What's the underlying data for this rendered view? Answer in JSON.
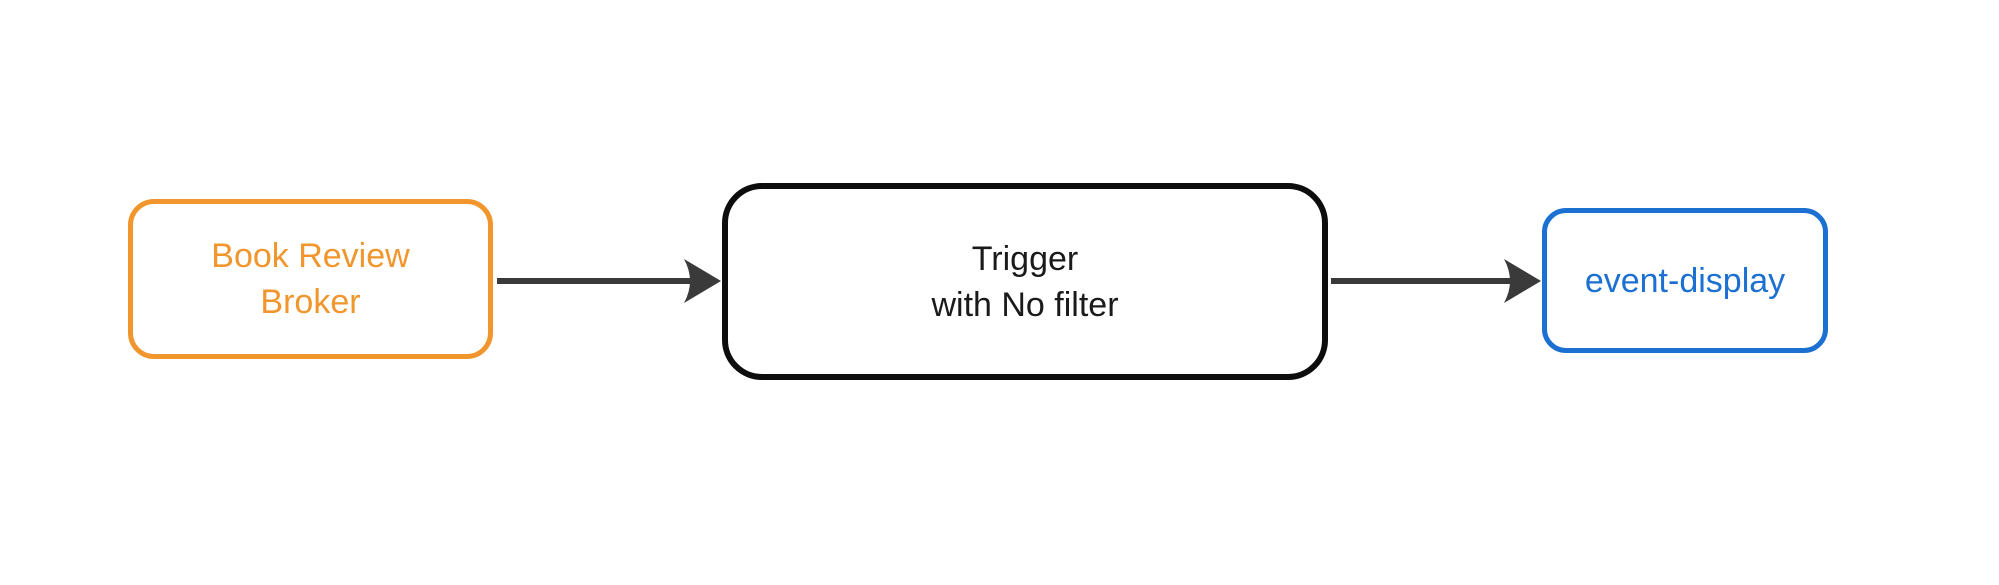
{
  "page": {
    "background": "#ffffff"
  },
  "diagram": {
    "type": "flowchart",
    "direction": "left-to-right",
    "edge_color": "#3a3a3a",
    "nodes": [
      {
        "id": "book-review-broker",
        "lines": [
          "Book Review",
          "Broker"
        ],
        "border_color": "#f0962d",
        "text_color": "#f0962d"
      },
      {
        "id": "trigger",
        "lines": [
          "Trigger",
          "with No filter"
        ],
        "border_color": "#0d0d0d",
        "text_color": "#1a1a1a"
      },
      {
        "id": "event-display",
        "lines": [
          "event-display"
        ],
        "border_color": "#1b70d2",
        "text_color": "#1b70d2"
      }
    ],
    "edges": [
      {
        "from": "book-review-broker",
        "to": "trigger"
      },
      {
        "from": "trigger",
        "to": "event-display"
      }
    ]
  }
}
